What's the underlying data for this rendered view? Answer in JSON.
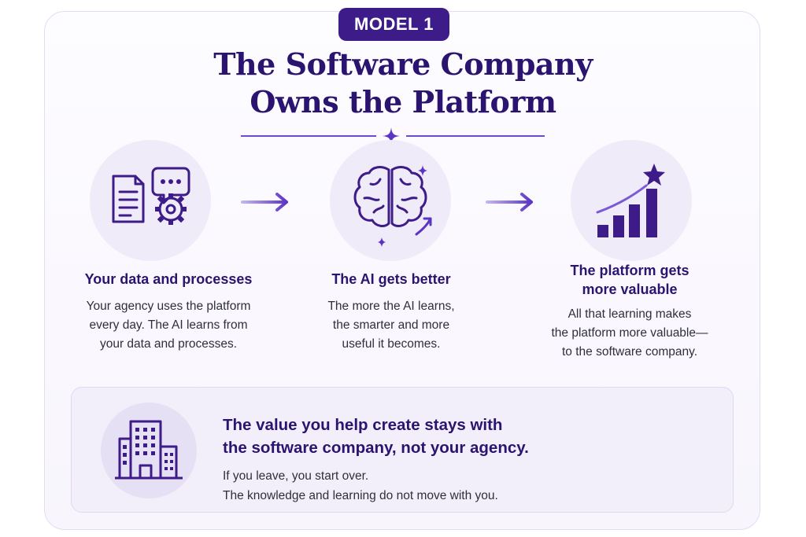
{
  "badge": "MODEL 1",
  "title": {
    "line1": "The Software Company",
    "line2": "Owns the Platform"
  },
  "colors": {
    "primary": "#3d1c8a",
    "heading": "#2b1470",
    "accent": "#5b34c4",
    "circle_bg": "#efebf8",
    "box_bg": "#f3effa"
  },
  "steps": [
    {
      "icon": "document-chat-gear-icon",
      "heading_lines": [
        "Your data and processes"
      ],
      "body_lines": [
        "Your agency uses the platform",
        "every day. The AI learns from",
        "your data and processes."
      ]
    },
    {
      "icon": "brain-sparkle-icon",
      "heading_lines": [
        "The AI gets better"
      ],
      "body_lines": [
        "The more the AI learns,",
        "the smarter and more",
        "useful it becomes."
      ]
    },
    {
      "icon": "growth-chart-star-icon",
      "heading_lines": [
        "The platform gets",
        "more valuable"
      ],
      "body_lines": [
        "All that learning makes",
        "the platform more valuable—",
        "to the software company."
      ]
    }
  ],
  "arrows": [
    "arrow-right-icon",
    "arrow-right-icon"
  ],
  "callout": {
    "icon": "office-building-icon",
    "heading_lines": [
      "The value you help create stays with",
      "the software company, not your agency."
    ],
    "body_lines": [
      "If you leave, you start over.",
      "The knowledge and learning do not move with you."
    ]
  }
}
